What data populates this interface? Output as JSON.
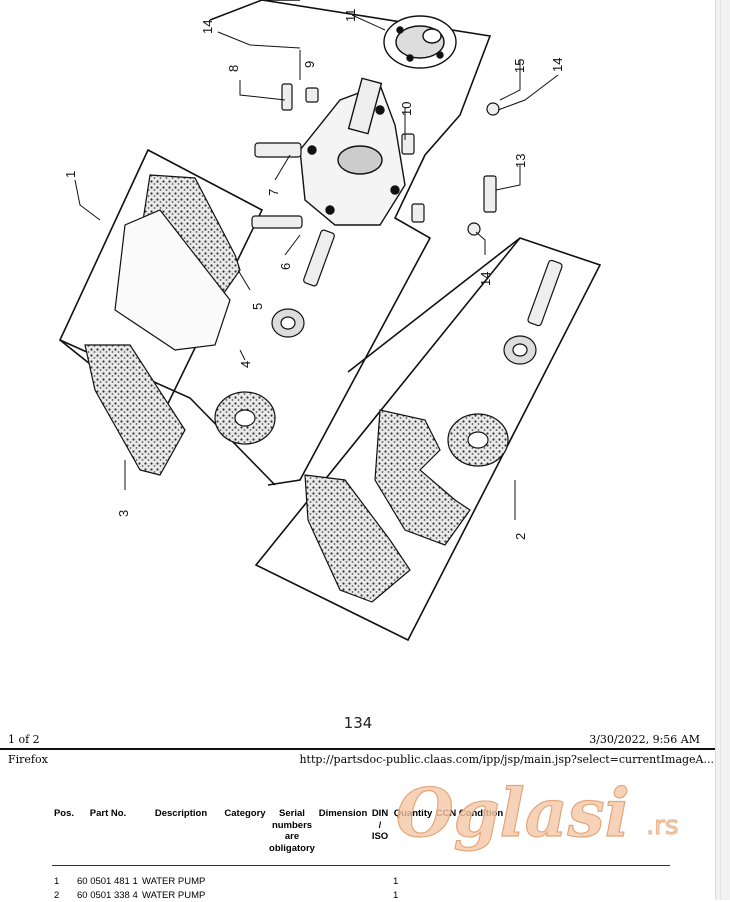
{
  "page": {
    "page_number": "134",
    "counter": "1 of 2",
    "printed_at": "3/30/2022, 9:56 AM"
  },
  "diagram": {
    "callouts": [
      "1",
      "2",
      "3",
      "4",
      "5",
      "6",
      "7",
      "8",
      "9",
      "10",
      "11",
      "13",
      "14",
      "14",
      "14",
      "15"
    ]
  },
  "page2": {
    "app": "Firefox",
    "url": "http://partsdoc-public.claas.com/ipp/jsp/main.jsp?select=currentImageA..."
  },
  "table": {
    "headers": {
      "pos": "Pos.",
      "part_no": "Part No.",
      "description": "Description",
      "category": "Category",
      "serial": "Serial numbers are obligatory",
      "dimension": "Dimension",
      "din": "DIN / ISO",
      "quantity": "Quantity",
      "ccn": "CCN",
      "condition": "Condition"
    },
    "rows": [
      {
        "pos": "1",
        "part_no": "60 0501 481 1",
        "description": "WATER PUMP",
        "quantity": "1"
      },
      {
        "pos": "2",
        "part_no": "60 0501 338 4",
        "description": "WATER PUMP",
        "quantity": "1"
      }
    ]
  },
  "watermark": {
    "brand": "Oglasi",
    "tld": ".rs"
  }
}
